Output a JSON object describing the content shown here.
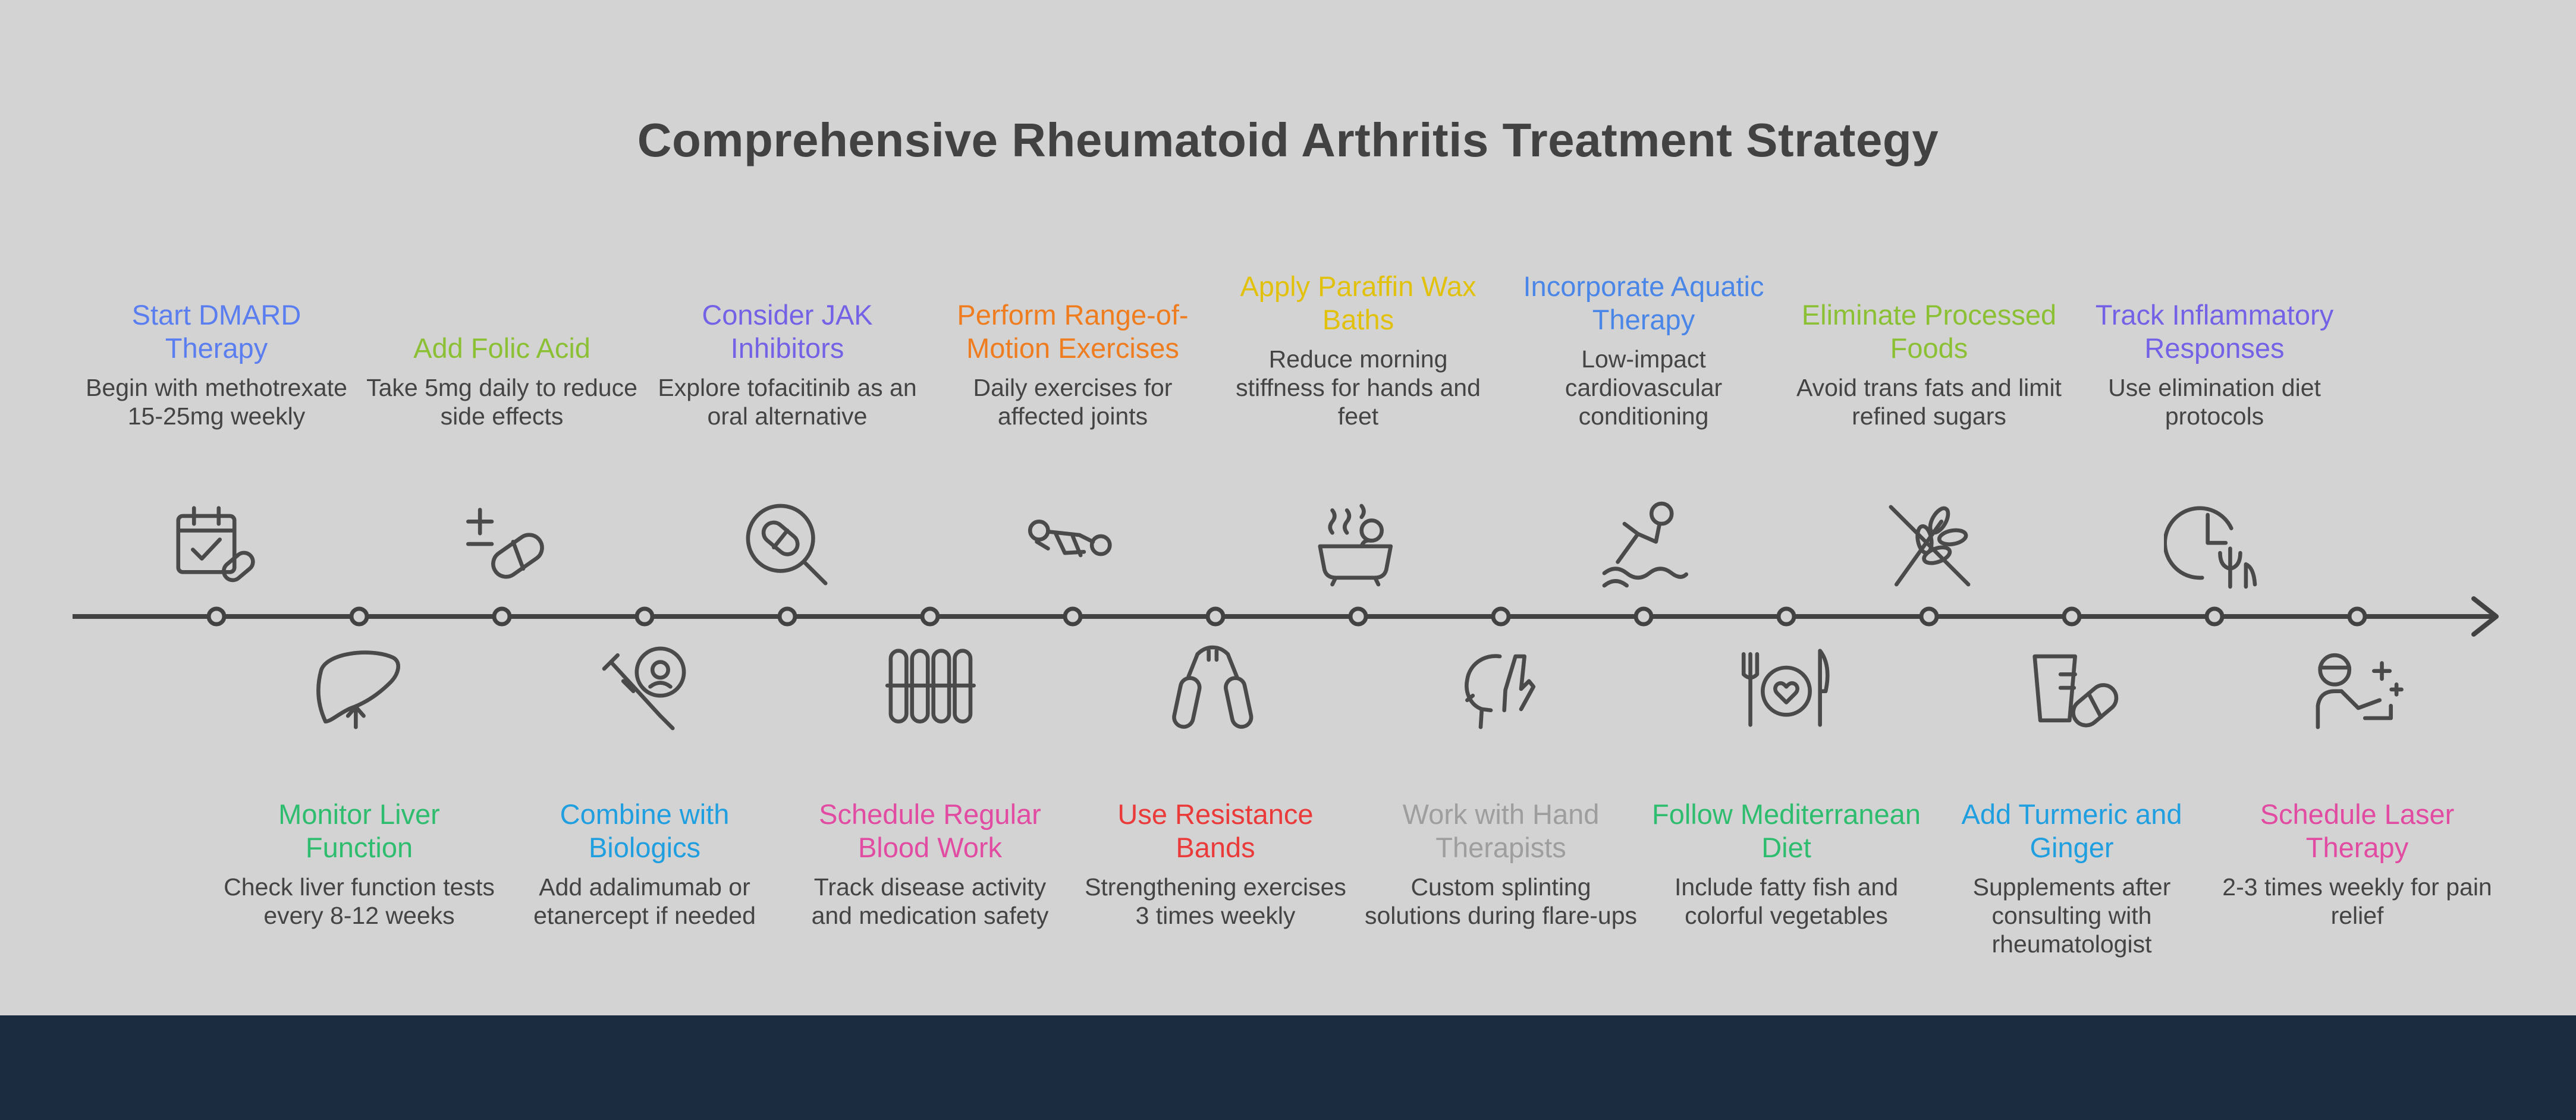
{
  "title": "Comprehensive Rheumatoid Arthritis Treatment Strategy",
  "colors": {
    "background": "#d3d3d3",
    "footer": "#1b2b40",
    "line": "#424242",
    "text": "#444444"
  },
  "steps": [
    {
      "label": "Start DMARD Therapy",
      "description": "Begin with methotrexate 15-25mg weekly",
      "color": "#5a7ef0",
      "icon": "calendar-pill-icon"
    },
    {
      "label": "Monitor Liver Function",
      "description": "Check liver function tests every 8-12 weeks",
      "color": "#2ebd6e",
      "icon": "liver-icon"
    },
    {
      "label": "Add Folic Acid",
      "description": "Take 5mg daily to reduce side effects",
      "color": "#8cc034",
      "icon": "pill-plus-minus-icon"
    },
    {
      "label": "Combine with Biologics",
      "description": "Add adalimumab or etanercept if needed",
      "color": "#1f9ee0",
      "icon": "syringe-cell-icon"
    },
    {
      "label": "Consider JAK Inhibitors",
      "description": "Explore tofacitinib as an oral alternative",
      "color": "#7462e6",
      "icon": "pill-magnifier-icon"
    },
    {
      "label": "Schedule Regular Blood Work",
      "description": "Track disease activity and medication safety",
      "color": "#e24ba2",
      "icon": "test-tubes-icon"
    },
    {
      "label": "Perform Range-of-Motion Exercises",
      "description": "Daily exercises for affected joints",
      "color": "#ef7d1f",
      "icon": "stretching-icon"
    },
    {
      "label": "Use Resistance Bands",
      "description": "Strengthening exercises 3 times weekly",
      "color": "#ea3a3a",
      "icon": "hand-grip-icon"
    },
    {
      "label": "Apply Paraffin Wax Baths",
      "description": "Reduce morning stiffness for hands and feet",
      "color": "#e2c10d",
      "icon": "bathtub-icon"
    },
    {
      "label": "Work with Hand Therapists",
      "description": "Custom splinting solutions during flare-ups",
      "color": "#9e9e9e",
      "icon": "head-hand-icon"
    },
    {
      "label": "Incorporate Aquatic Therapy",
      "description": "Low-impact cardiovascular conditioning",
      "color": "#4a86e8",
      "icon": "swimmer-icon"
    },
    {
      "label": "Follow Mediterranean Diet",
      "description": "Include fatty fish and colorful vegetables",
      "color": "#2ebd6e",
      "icon": "plate-heart-icon"
    },
    {
      "label": "Eliminate Processed Foods",
      "description": "Avoid trans fats and limit refined sugars",
      "color": "#8cc034",
      "icon": "no-wheat-icon"
    },
    {
      "label": "Add Turmeric and Ginger",
      "description": "Supplements after consulting with rheumatologist",
      "color": "#1f9ee0",
      "icon": "cup-pill-icon"
    },
    {
      "label": "Track Inflammatory Responses",
      "description": "Use elimination diet protocols",
      "color": "#7462e6",
      "icon": "clock-plant-icon"
    },
    {
      "label": "Schedule Laser Therapy",
      "description": "2-3 times weekly for pain relief",
      "color": "#e24ba2",
      "icon": "laser-doctor-icon"
    }
  ]
}
